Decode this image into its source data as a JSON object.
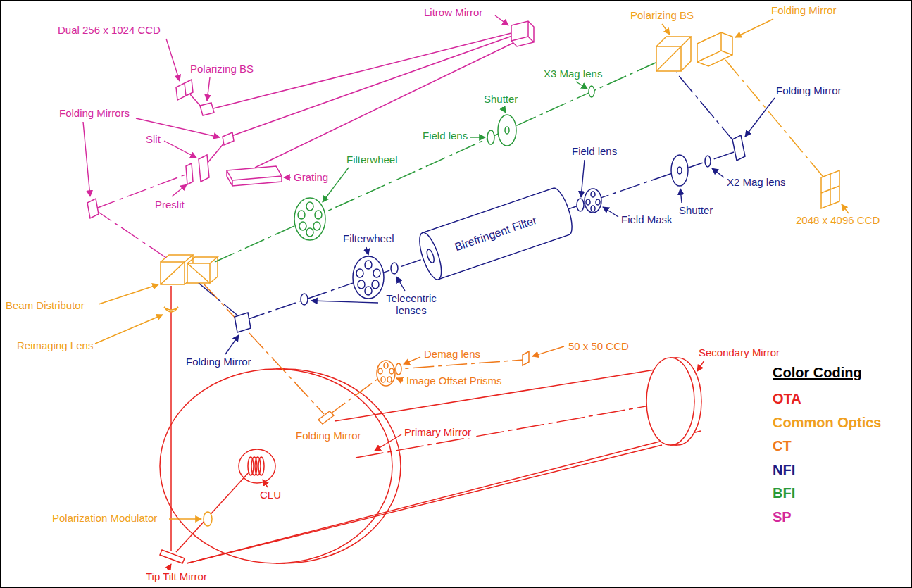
{
  "diagram": {
    "nodes": [
      {
        "text": [
          "Birefringent Filter"
        ]
      }
    ],
    "labels": [
      "Litrow Mirror",
      "Polarizing BS",
      "Folding Mirror",
      "Dual 256 x 1024 CCD",
      "Polarizing BS",
      "X3 Mag lens",
      "Folding Mirror",
      "Folding Mirrors",
      "Shutter",
      "Slit",
      "Field lens",
      "Grating",
      "Field lens",
      "X2 Mag lens",
      "Filterwheel",
      "Preslit",
      "Filterwheel",
      "Field Mask",
      "Shutter",
      "2048 x 4096 CCD",
      "50 x 50 CCD",
      "Secondary Mirror",
      "Beam Distributor",
      "Telecentric lenses",
      "Demag lens",
      "Reimaging Lens",
      "Folding Mirror",
      "Image Offset Prisms",
      "Folding Mirror",
      "Color Coding",
      "Polarization Modulator",
      "Primary Mirror",
      "CLU",
      "Tip Tilt Mirror"
    ],
    "legend": [
      {
        "text": "OTA",
        "color": "#e8231e"
      },
      {
        "text": "Common Optics",
        "color": "#f0a020"
      },
      {
        "text": "CT",
        "color": "#f07a1a"
      },
      {
        "text": "NFI",
        "color": "#1c1c85"
      },
      {
        "text": "BFI",
        "color": "#2a9a3a"
      },
      {
        "text": "SP",
        "color": "#d4289c"
      }
    ]
  }
}
